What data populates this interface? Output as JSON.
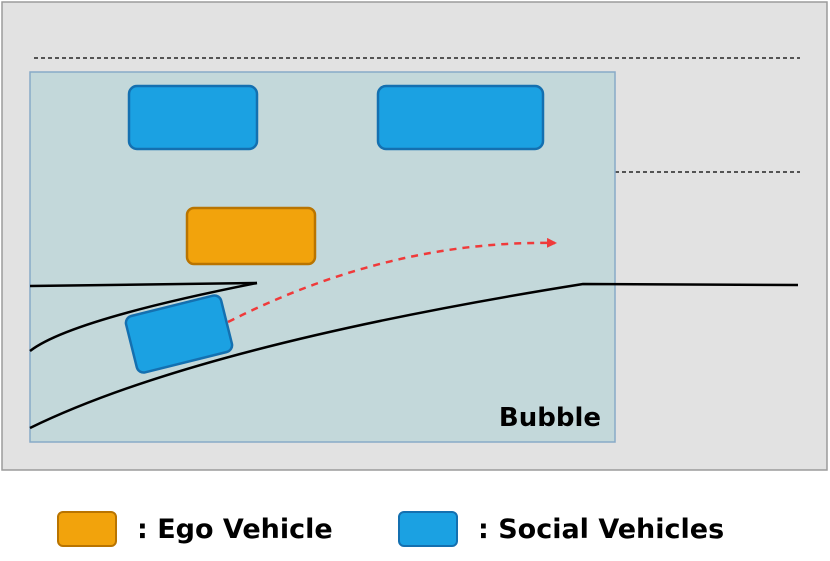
{
  "colors": {
    "road_bg": "#e2e2e2",
    "road_border": "#9b9b9b",
    "bubble_fill": "#c3d8da",
    "bubble_border": "#88aac7",
    "ego_fill": "#f2a30c",
    "ego_border": "#b97400",
    "social_fill": "#1ba1e2",
    "social_border": "#1470b0",
    "trajectory": "#f03a3a"
  },
  "bubble": {
    "label": "Bubble"
  },
  "legend": {
    "ego_label": ": Ego Vehicle",
    "social_label": ": Social Vehicles"
  }
}
